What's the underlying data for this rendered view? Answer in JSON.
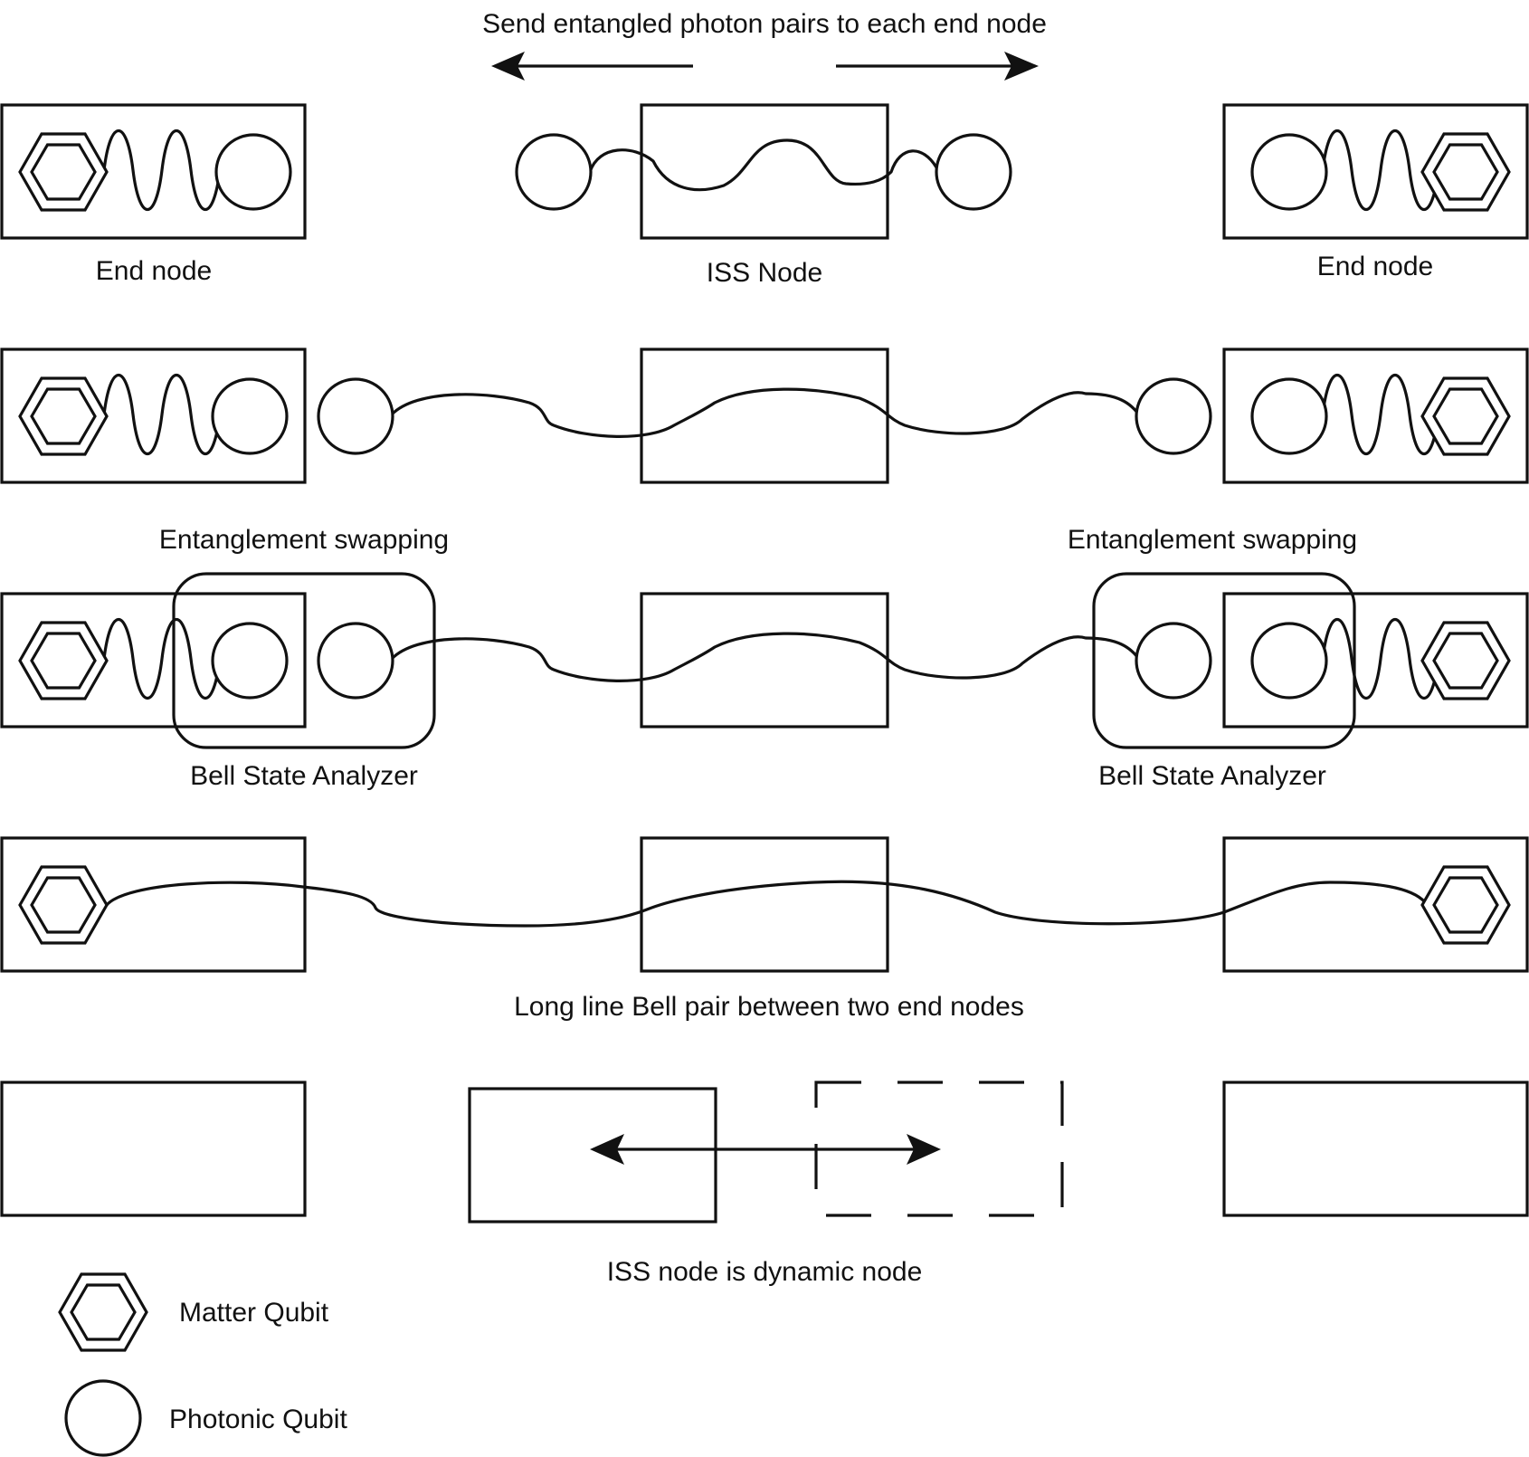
{
  "labels": {
    "top_instruction": "Send entangled photon pairs to each end node",
    "end_node_left": "End node",
    "iss_node": "ISS Node",
    "end_node_right": "End node",
    "swap_left": "Entanglement swapping",
    "swap_right": "Entanglement swapping",
    "bsa_left": "Bell State Analyzer",
    "bsa_right": "Bell State Analyzer",
    "long_line": "Long line Bell pair between two end nodes",
    "dynamic": "ISS node is dynamic node"
  },
  "legend": {
    "matter_qubit": "Matter Qubit",
    "photonic_qubit": "Photonic Qubit"
  },
  "icons": {
    "matter_qubit": "hexagon-icon",
    "photonic_qubit": "circle-icon"
  },
  "colors": {
    "stroke": "#111111",
    "background": "#ffffff"
  }
}
